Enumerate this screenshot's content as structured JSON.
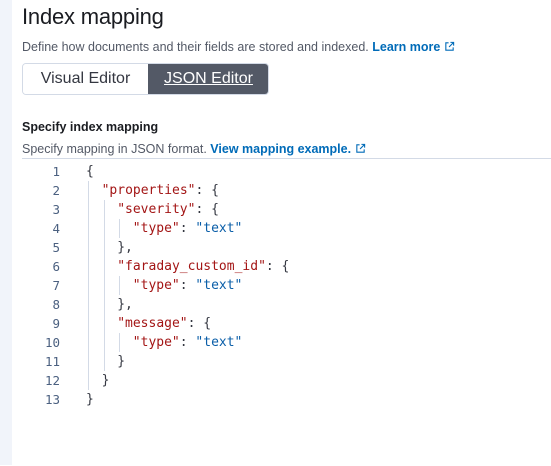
{
  "header": {
    "title": "Index mapping",
    "description": "Define how documents and their fields are stored and indexed.",
    "learn_more": "Learn more"
  },
  "tabs": [
    {
      "label": "Visual Editor",
      "selected": false
    },
    {
      "label": "JSON Editor",
      "selected": true
    }
  ],
  "section": {
    "title": "Specify index mapping",
    "description": "Specify mapping in JSON format.",
    "example_link": "View mapping example."
  },
  "editor": {
    "line_numbers": [
      "1",
      "2",
      "3",
      "4",
      "5",
      "6",
      "7",
      "8",
      "9",
      "10",
      "11",
      "12",
      "13"
    ],
    "lines": [
      {
        "indent": 0,
        "tokens": [
          [
            "p",
            "{"
          ]
        ]
      },
      {
        "indent": 1,
        "tokens": [
          [
            "k",
            "\"properties\""
          ],
          [
            "p",
            ": {"
          ]
        ]
      },
      {
        "indent": 2,
        "tokens": [
          [
            "k",
            "\"severity\""
          ],
          [
            "p",
            ": {"
          ]
        ]
      },
      {
        "indent": 3,
        "tokens": [
          [
            "k",
            "\"type\""
          ],
          [
            "p",
            ": "
          ],
          [
            "v",
            "\"text\""
          ]
        ]
      },
      {
        "indent": 2,
        "tokens": [
          [
            "p",
            "},"
          ]
        ]
      },
      {
        "indent": 2,
        "tokens": [
          [
            "k",
            "\"faraday_custom_id\""
          ],
          [
            "p",
            ": {"
          ]
        ]
      },
      {
        "indent": 3,
        "tokens": [
          [
            "k",
            "\"type\""
          ],
          [
            "p",
            ": "
          ],
          [
            "v",
            "\"text\""
          ]
        ]
      },
      {
        "indent": 2,
        "tokens": [
          [
            "p",
            "},"
          ]
        ]
      },
      {
        "indent": 2,
        "tokens": [
          [
            "k",
            "\"message\""
          ],
          [
            "p",
            ": {"
          ]
        ]
      },
      {
        "indent": 3,
        "tokens": [
          [
            "k",
            "\"type\""
          ],
          [
            "p",
            ": "
          ],
          [
            "v",
            "\"text\""
          ]
        ]
      },
      {
        "indent": 2,
        "tokens": [
          [
            "p",
            "}"
          ]
        ]
      },
      {
        "indent": 1,
        "tokens": [
          [
            "p",
            "}"
          ]
        ]
      },
      {
        "indent": 0,
        "tokens": [
          [
            "p",
            "}"
          ]
        ]
      }
    ]
  },
  "icons": {
    "external_link": "external-link-icon"
  },
  "colors": {
    "link": "#006bb8",
    "tab_selected_bg": "#535966",
    "json_key": "#a31515",
    "json_value": "#0a5ea8"
  }
}
